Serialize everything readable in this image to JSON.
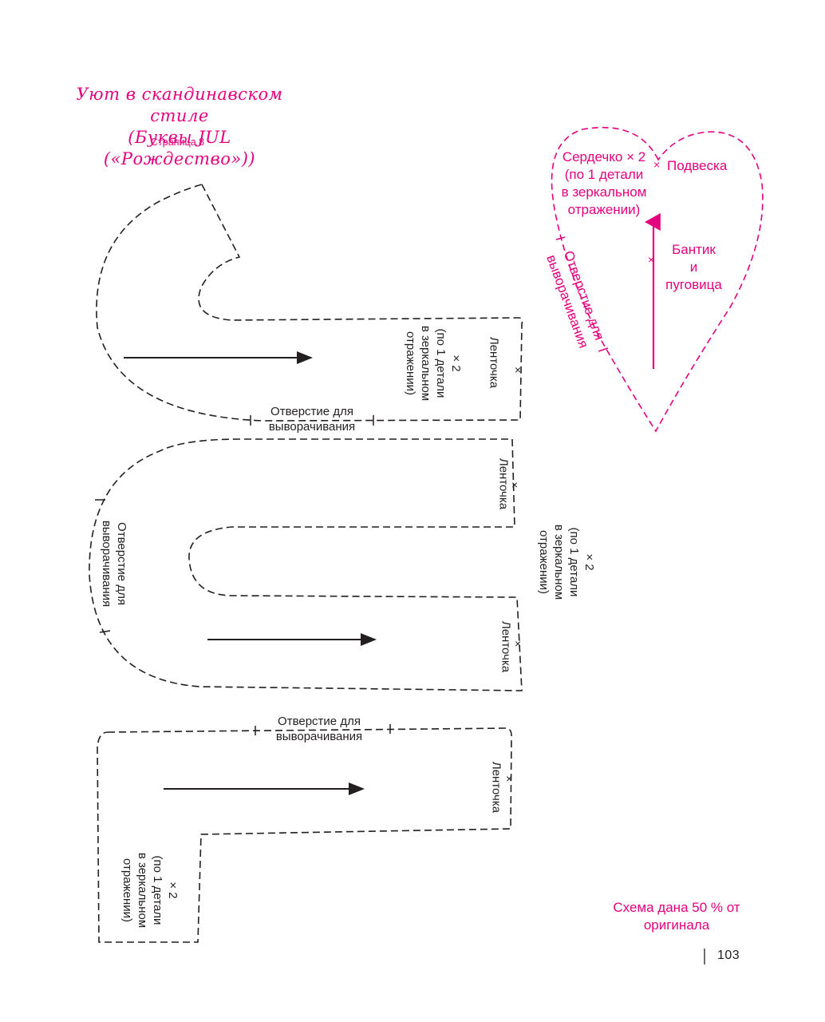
{
  "header": {
    "title_line1": "Уют в скандинавском стиле",
    "title_line2": "(Буквы JUL («Рождество»))",
    "page_label": "Страница 8"
  },
  "piece_j": {
    "ribbon": "Ленточка",
    "count": "× 2\n(по 1 детали\nв зеркальном\nотражении)",
    "opening": "Отверстие для\nвыворачивания"
  },
  "piece_u": {
    "ribbon_top": "Ленточка",
    "ribbon_bottom": "Ленточка",
    "count": "× 2\n(по 1 детали\nв зеркальном\nотражении)",
    "opening": "Отверстие для\nвыворачивания"
  },
  "piece_l": {
    "ribbon": "Ленточка",
    "count": "× 2\n(по 1 детали\nв зеркальном\nотражении)",
    "opening": "Отверстие для\nвыворачивания"
  },
  "heart": {
    "count": "Сердечко × 2\n(по 1 детали\nв зеркальном\nотражении)",
    "hanger": "Подвеска",
    "bow": "Бантик\nи\nпуговица",
    "opening": "Отверстие для\nвыворачивания"
  },
  "footer": {
    "scale_note": "Схема дана 50 % от\nоригинала",
    "page_number": "103"
  },
  "colors": {
    "accent": "#e5007e",
    "ink": "#231f20"
  }
}
